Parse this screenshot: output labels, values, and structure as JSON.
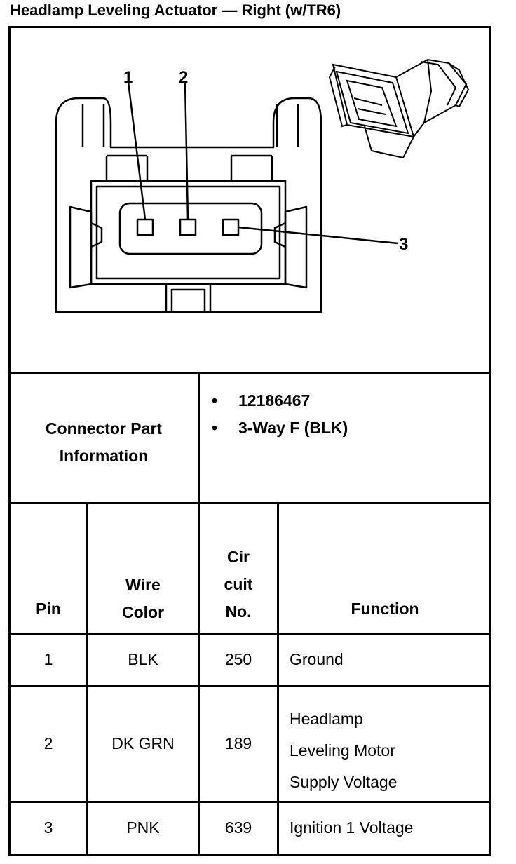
{
  "title": "Headlamp Leveling Actuator — Right (w/TR6)",
  "diagram": {
    "pin_labels": [
      "1",
      "2",
      "3"
    ]
  },
  "connector_info": {
    "label_line1": "Connector Part",
    "label_line2": "Information",
    "bullet": "•",
    "items": [
      "12186467",
      "3-Way F (BLK)"
    ]
  },
  "table": {
    "headers": {
      "pin": "Pin",
      "wire_color_1": "Wire",
      "wire_color_2": "Color",
      "circuit_1": "Cir",
      "circuit_2": "cuit",
      "circuit_3": "No.",
      "function": "Function"
    },
    "rows": [
      {
        "pin": "1",
        "wire": "BLK",
        "circuit": "250",
        "function_lines": [
          "Ground"
        ]
      },
      {
        "pin": "2",
        "wire": "DK GRN",
        "circuit": "189",
        "function_lines": [
          "Headlamp",
          "Leveling Motor",
          "Supply Voltage"
        ]
      },
      {
        "pin": "3",
        "wire": "PNK",
        "circuit": "639",
        "function_lines": [
          "Ignition 1 Voltage"
        ]
      }
    ]
  }
}
